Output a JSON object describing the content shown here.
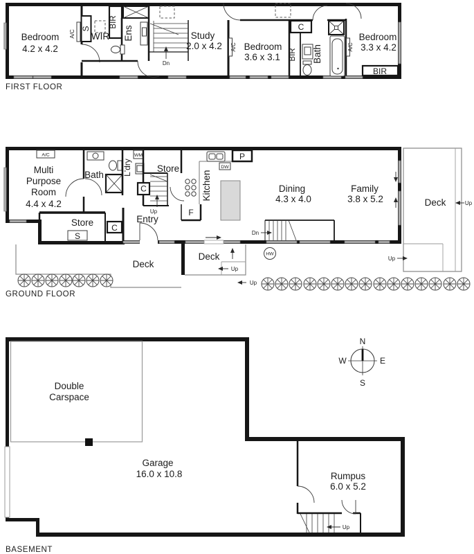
{
  "first_floor": {
    "label": "FIRST FLOOR",
    "bedroom1": {
      "name": "Bedroom",
      "dims": "4.2 x 4.2"
    },
    "study": {
      "name": "Study",
      "dims": "2.0 x 4.2"
    },
    "bedroom2": {
      "name": "Bedroom",
      "dims": "3.6 x 3.1"
    },
    "bedroom3": {
      "name": "Bedroom",
      "dims": "3.3 x 4.2"
    },
    "labels": {
      "ac1": "A/C",
      "ac2": "A/C",
      "ac3": "A/C",
      "s": "S",
      "wir": "WIR",
      "bir1": "BIR",
      "bir2": "BIR",
      "bir3": "BIR",
      "ens": "Ens",
      "bath": "Bath",
      "c": "C",
      "dn": "Dn"
    }
  },
  "ground_floor": {
    "label": "GROUND FLOOR",
    "multi_purpose": {
      "name1": "Multi",
      "name2": "Purpose",
      "name3": "Room",
      "dims": "4.4 x 4.2"
    },
    "dining": {
      "name": "Dining",
      "dims": "4.3 x 4.0"
    },
    "family": {
      "name": "Family",
      "dims": "3.8 x 5.2"
    },
    "labels": {
      "ac": "A/C",
      "bath": "Bath",
      "laundry": "L'dry",
      "wm": "WM",
      "store_upper": "Store",
      "store_lower": "Store",
      "c_upper": "C",
      "c_lower": "C",
      "s": "S",
      "kitchen": "Kitchen",
      "dw": "DW",
      "pantry": "P",
      "fridge": "F",
      "entry": "Entry",
      "dn": "Dn",
      "hw": "HW",
      "up_stairs": "Up",
      "up_deck_mid": "Up",
      "up_deck_lower": "Up",
      "up_family": "Up",
      "up_deck_right": "Up",
      "deck_left": "Deck",
      "deck_mid": "Deck",
      "deck_right": "Deck"
    }
  },
  "basement": {
    "label": "BASEMENT",
    "carspace": {
      "name1": "Double",
      "name2": "Carspace"
    },
    "garage": {
      "name": "Garage",
      "dims": "16.0 x 10.8"
    },
    "rumpus": {
      "name": "Rumpus",
      "dims": "6.0 x 5.2"
    },
    "labels": {
      "up": "Up"
    }
  },
  "compass": {
    "n": "N",
    "e": "E",
    "s": "S",
    "w": "W"
  }
}
